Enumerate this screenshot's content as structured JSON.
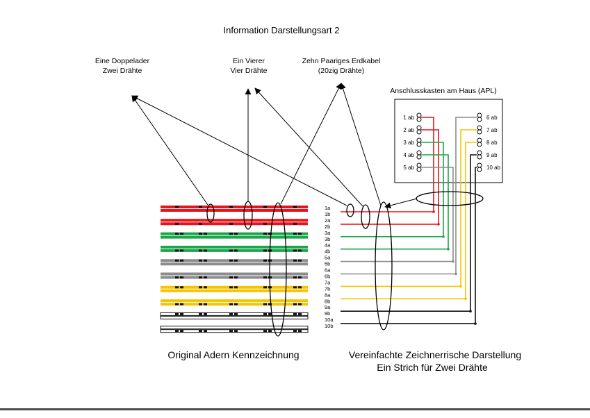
{
  "title": "Information Darstellungsart 2",
  "labels": {
    "doppelader_1": "Eine Doppelader",
    "doppelader_2": "Zwei Drähte",
    "vierer_1": "Ein  Vierer",
    "vierer_2": "Vier Drähte",
    "erdkabel_1": "Zehn Paariges  Erdkabel",
    "erdkabel_2": "(20zig Drähte)",
    "apl_title": "Anschlusskasten  am Haus (APL)"
  },
  "apl_terminals_left": [
    "1 ab",
    "2 ab",
    "3 ab",
    "4 ab",
    "5 ab"
  ],
  "apl_terminals_right": [
    "6 ab",
    "7 ab",
    "8 ab",
    "9 ab",
    "10 ab"
  ],
  "wire_labels": [
    "1a",
    "1b",
    "2a",
    "2b",
    "3a",
    "3b",
    "4a",
    "4b",
    "5a",
    "5b",
    "6a",
    "6b",
    "7a",
    "7b",
    "8a",
    "8b",
    "9a",
    "9b",
    "10a",
    "10b"
  ],
  "colors": {
    "red": "#e8141c",
    "green": "#1aa64a",
    "gray": "#8c8c8c",
    "yellow": "#f5c400",
    "black": "#111111"
  },
  "pairs": [
    {
      "name": "1",
      "color": "red"
    },
    {
      "name": "2",
      "color": "red"
    },
    {
      "name": "3",
      "color": "green"
    },
    {
      "name": "4",
      "color": "green"
    },
    {
      "name": "5",
      "color": "gray"
    },
    {
      "name": "6",
      "color": "gray"
    },
    {
      "name": "7",
      "color": "yellow"
    },
    {
      "name": "8",
      "color": "yellow"
    },
    {
      "name": "9",
      "color": "black"
    },
    {
      "name": "10",
      "color": "black"
    }
  ],
  "captions": {
    "left": "Original Adern Kennzeichnung",
    "right_1": "Vereinfachte Zeichnerrische Darstellung",
    "right_2": "Ein Strich für Zwei Drähte"
  }
}
